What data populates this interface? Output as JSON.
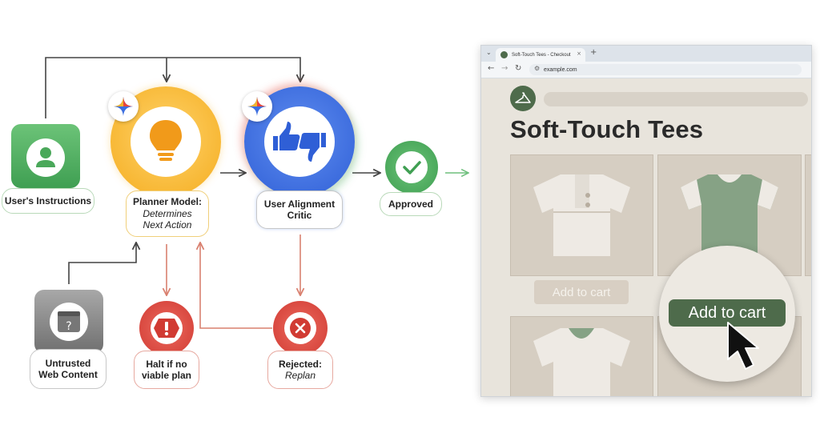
{
  "diagram": {
    "nodes": {
      "user_instructions": {
        "label": "User's Instructions"
      },
      "planner": {
        "line1": "Planner Model:",
        "line2": "Determines",
        "line3": "Next Action"
      },
      "critic": {
        "line1": "User Alignment",
        "line2": "Critic"
      },
      "approved": {
        "label": "Approved"
      },
      "untrusted": {
        "line1": "Untrusted",
        "line2": "Web Content"
      },
      "halt": {
        "line1": "Halt if no",
        "line2": "viable plan"
      },
      "rejected": {
        "line1": "Rejected:",
        "line2": "Replan"
      }
    },
    "icons": {
      "user": "person-icon",
      "planner": "lightbulb-icon",
      "critic": "thumbs-up-down-icon",
      "approved": "checkmark-icon",
      "untrusted": "question-window-icon",
      "halt": "exclamation-icon",
      "rejected": "x-icon",
      "gemini": "gemini-sparkle-icon"
    },
    "colors": {
      "green": "#4caf60",
      "yellow": "#f5b52e",
      "blue": "#3d6fe0",
      "red": "#d9413a",
      "gray": "#8a8a8a",
      "arrow": "#444444",
      "reject_arrow": "#d9806f"
    }
  },
  "browser": {
    "tab_title": "Soft-Touch Tees - Checkout",
    "url": "example.com",
    "store_title": "Soft-Touch Tees",
    "add_to_cart_faded": "Add to cart",
    "add_to_cart_zoom": "Add to cart",
    "icons": [
      "hanger-icon",
      "cursor-icon"
    ]
  }
}
